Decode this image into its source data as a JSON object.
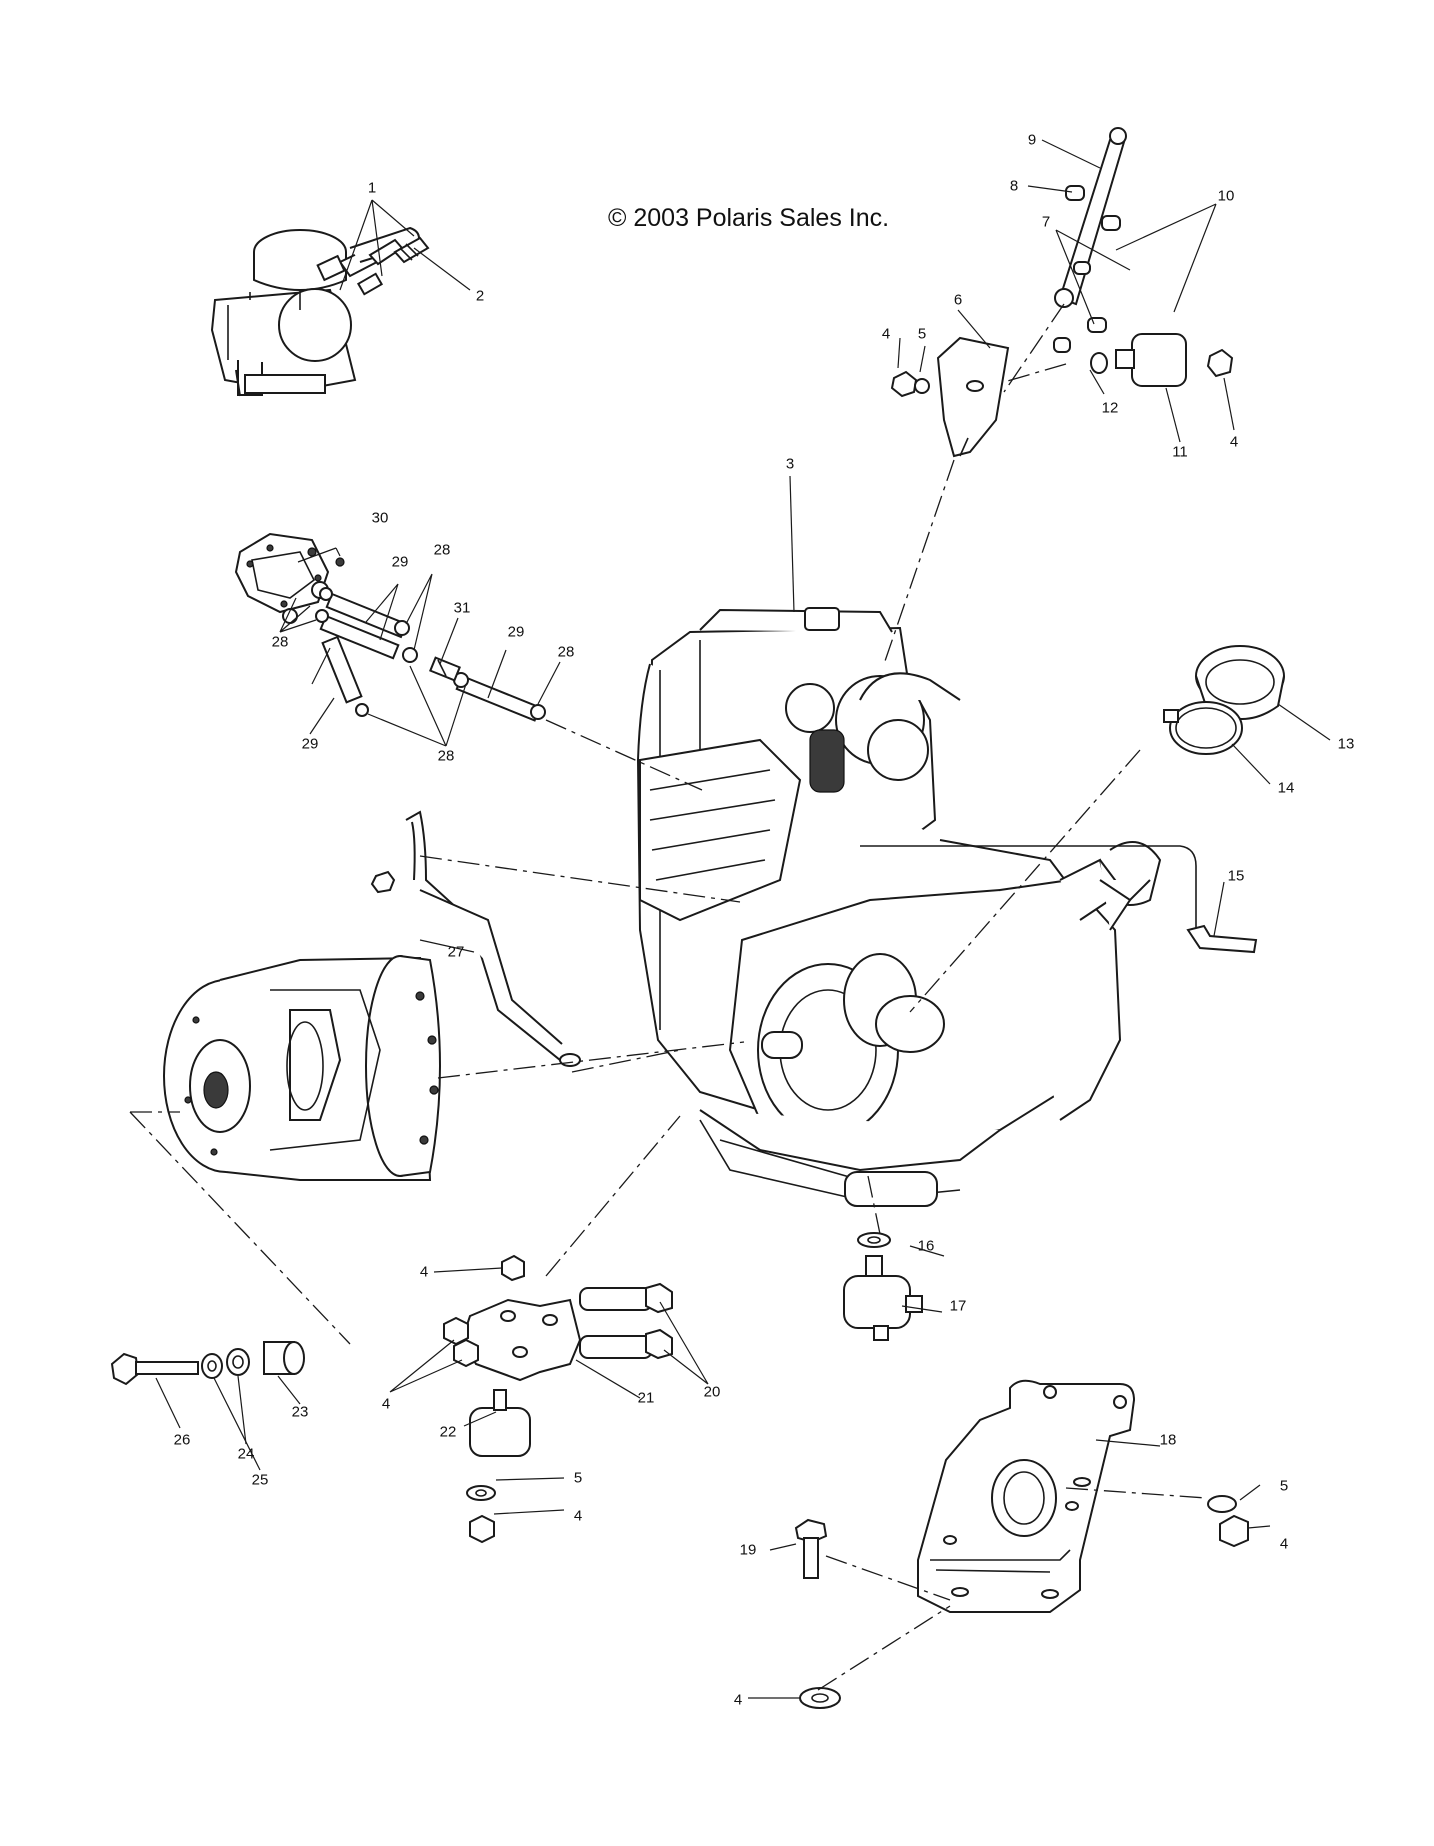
{
  "copyright": "© 2003 Polaris Sales Inc.",
  "callouts": [
    {
      "id": "c1",
      "label": "1"
    },
    {
      "id": "c2",
      "label": "2"
    },
    {
      "id": "c3",
      "label": "3"
    },
    {
      "id": "c4a",
      "label": "4"
    },
    {
      "id": "c4b",
      "label": "4"
    },
    {
      "id": "c4c",
      "label": "4"
    },
    {
      "id": "c4d",
      "label": "4"
    },
    {
      "id": "c4e",
      "label": "4"
    },
    {
      "id": "c4f",
      "label": "4"
    },
    {
      "id": "c4g",
      "label": "4"
    },
    {
      "id": "c5a",
      "label": "5"
    },
    {
      "id": "c5b",
      "label": "5"
    },
    {
      "id": "c5c",
      "label": "5"
    },
    {
      "id": "c6",
      "label": "6"
    },
    {
      "id": "c7",
      "label": "7"
    },
    {
      "id": "c8",
      "label": "8"
    },
    {
      "id": "c9",
      "label": "9"
    },
    {
      "id": "c10",
      "label": "10"
    },
    {
      "id": "c11",
      "label": "11"
    },
    {
      "id": "c12",
      "label": "12"
    },
    {
      "id": "c13",
      "label": "13"
    },
    {
      "id": "c14",
      "label": "14"
    },
    {
      "id": "c15",
      "label": "15"
    },
    {
      "id": "c16",
      "label": "16"
    },
    {
      "id": "c17",
      "label": "17"
    },
    {
      "id": "c18",
      "label": "18"
    },
    {
      "id": "c19",
      "label": "19"
    },
    {
      "id": "c20",
      "label": "20"
    },
    {
      "id": "c21",
      "label": "21"
    },
    {
      "id": "c22",
      "label": "22"
    },
    {
      "id": "c23",
      "label": "23"
    },
    {
      "id": "c24",
      "label": "24"
    },
    {
      "id": "c25",
      "label": "25"
    },
    {
      "id": "c26",
      "label": "26"
    },
    {
      "id": "c27",
      "label": "27"
    },
    {
      "id": "c28a",
      "label": "28"
    },
    {
      "id": "c28b",
      "label": "28"
    },
    {
      "id": "c28c",
      "label": "28"
    },
    {
      "id": "c28d",
      "label": "28"
    },
    {
      "id": "c29a",
      "label": "29"
    },
    {
      "id": "c29b",
      "label": "29"
    },
    {
      "id": "c29c",
      "label": "29"
    },
    {
      "id": "c30",
      "label": "30"
    },
    {
      "id": "c31",
      "label": "31"
    }
  ]
}
